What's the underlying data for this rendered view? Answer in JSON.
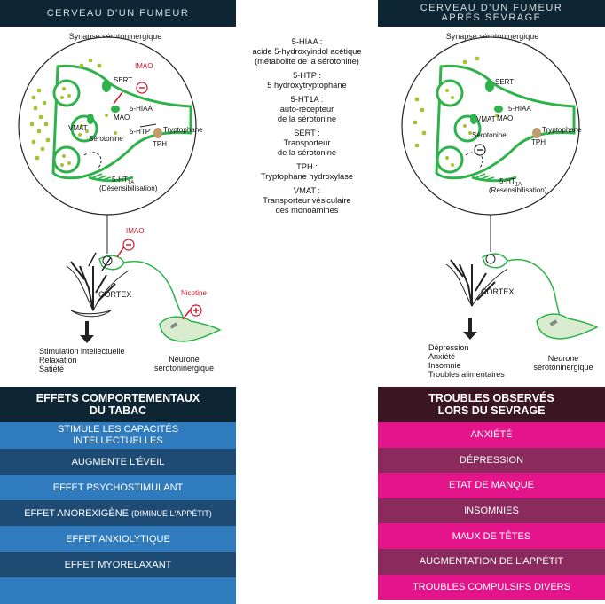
{
  "left_header": "Cerveau d'un fumeur",
  "right_header": [
    "Cerveau d'un fumeur",
    "après sevrage"
  ],
  "left_synapse_title": "Synapse sérotoninergique",
  "right_synapse_title": "Synapse sérotoninergique",
  "definitions": [
    {
      "term": "5-HIAA :",
      "lines": [
        "acide 5-hydroxyindol acétique",
        "(métabolite de la sérotonine)"
      ]
    },
    {
      "term": "5-HTP :",
      "lines": [
        "5 hydroxytryptophane"
      ]
    },
    {
      "term": "5-HT1A :",
      "lines": [
        "auto-récepteur",
        "de la sérotonine"
      ]
    },
    {
      "term": "SERT :",
      "lines": [
        "Transporteur",
        "de la sérotonine"
      ]
    },
    {
      "term": "TPH :",
      "lines": [
        "Tryptophane hydroxylase"
      ]
    },
    {
      "term": "VMAT :",
      "lines": [
        "Transporteur vésiculaire",
        "des monoamines"
      ]
    }
  ],
  "left_labels": {
    "imao": "IMAO",
    "sert": "SERT",
    "mao": "MAO",
    "hiaa": "5-HIAA",
    "vmat": "VMAT",
    "htp": "5-HTP",
    "serotonine": "Sérotonine",
    "tryptophane": "Tryptophane",
    "tph": "TPH",
    "receptor": "5-HT",
    "receptor_sub": "1A",
    "receptor_state": "(Désensibilisation)",
    "imao2": "IMAO",
    "cortex": "CORTEX",
    "nicotine": "Nicotine",
    "effects": [
      "Stimulation intellectuelle",
      "Relaxation",
      "Satiété"
    ],
    "neuron": [
      "Neurone",
      "sérotoninergique"
    ]
  },
  "right_labels": {
    "sert": "SERT",
    "hiaa": "5-HIAA",
    "vmat": "VMAT",
    "mao": "MAO",
    "serotonine": "Sérotonine",
    "tryptophane": "Tryptophane",
    "tph": "TPH",
    "receptor": "5-HT",
    "receptor_sub": "1A",
    "receptor_state": "(Resensibilisation)",
    "cortex": "CORTEX",
    "effects": [
      "Dépression",
      "Anxiété",
      "Insomnie",
      "Troubles alimentaires"
    ],
    "neuron": [
      "Neurone",
      "sérotoninergique"
    ]
  },
  "left_panel": {
    "title": [
      "Effets comportementaux",
      "du tabac"
    ],
    "items": [
      {
        "text": [
          "Stimule les capacités",
          "intellectuelles"
        ]
      },
      {
        "text": [
          "Augmente l'éveil"
        ]
      },
      {
        "text": [
          "Effet psychostimulant"
        ]
      },
      {
        "text": [
          "Effet anorexigène"
        ],
        "note": "(diminue l'appétit)"
      },
      {
        "text": [
          "Effet anxiolytique"
        ]
      },
      {
        "text": [
          "Effet myorelaxant"
        ]
      }
    ]
  },
  "right_panel": {
    "title": [
      "Troubles observés",
      "lors du sevrage"
    ],
    "items": [
      "Anxiété",
      "Dépression",
      "Etat de manque",
      "Insomnies",
      "Maux de têtes",
      "Augmentation de l'appétit",
      "Troubles compulsifs divers"
    ]
  },
  "colors": {
    "green": "#2db34a",
    "dot": "#a6c23a",
    "red": "#d0152a",
    "navy": "#0e2533",
    "blue": "#2f7bbd",
    "pink": "#e4158a"
  }
}
